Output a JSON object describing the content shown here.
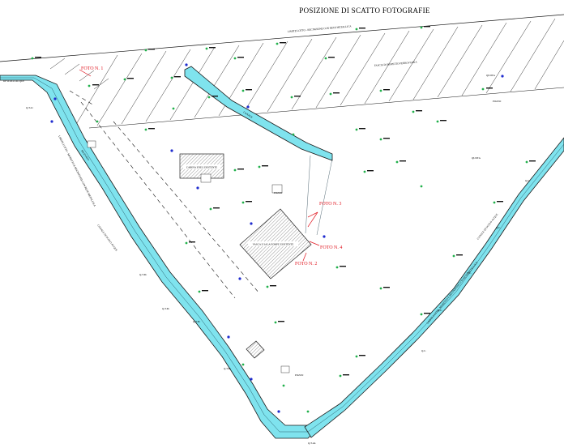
{
  "title": "POSIZIONE DI SCATTO FOTOGRAFIE",
  "photos": [
    {
      "label": "FOTO N. 1"
    },
    {
      "label": "FOTO N. 2"
    },
    {
      "label": "FOTO N. 3"
    },
    {
      "label": "FOTO N. 4"
    }
  ],
  "labels": {
    "top_boundary": "LIMITE LOTTO - RECINZIONE CON RETE METALLICA",
    "rail_band": "FASCIA DI RISPETTO FERROVIARIA",
    "cabina": "CABINA ENEL ESISTENTE",
    "vasca": "VASCA E SALA POMPE ESISTENTE",
    "left_boundary": "LIMITE LOTTO - MURETTO E RECINZIONE CON RETE METALLICA",
    "bottom_boundary": "LIMITE LOTTO - MURETTO E RECINZIONE CON RETE METALLICA",
    "canale_left": "CANALE DI SCOLO ACQUE",
    "canale_right": "CANALE DI SCOLO ACQUE",
    "canale_top": "CANALE",
    "rilevato": "RILEVATO",
    "pozzo1": "POZZO",
    "pozzo2": "POZZO",
    "pozzo3": "POZZO",
    "quota1": "QUOTA",
    "quota2": "QUOTA",
    "left_scolo": "DI SCOLO ACQUE",
    "ql": "Q.T.41",
    "qtn1": "Q.T.M.",
    "qtn2": "Q.T.M.",
    "qtn3": "Q.T.M.",
    "qtn4": "Q.T.M.",
    "qtal": "Q.T.AL",
    "qc1": "Q.C.",
    "qc2": "Q.C.",
    "qc3": "Q.C.",
    "qc4": "Q.C.",
    "qc5": "Q.C."
  },
  "colors": {
    "canal": "#7fe3ee",
    "photo_marker": "#e0141e",
    "survey_point": "#22b14c",
    "survey_point_blue": "#1f2ccf"
  }
}
